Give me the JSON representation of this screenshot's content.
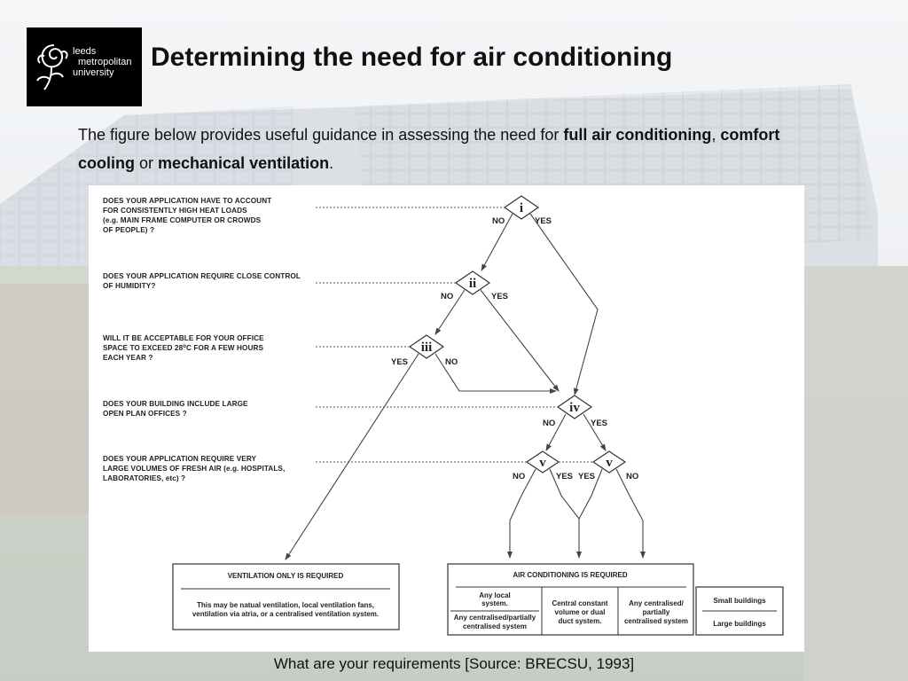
{
  "slide": {
    "title": "Determining the need for air conditioning",
    "logo": {
      "lines": [
        "leeds",
        "metropolitan",
        "university"
      ],
      "icon": "rose-icon"
    },
    "intro": {
      "text1": "The figure below provides useful guidance in assessing the need for ",
      "bold1": "full air conditioning",
      "sep1": ", ",
      "bold2": "comfort cooling",
      "sep2": " or ",
      "bold3": "mechanical ventilation",
      "end": "."
    },
    "caption": "What are your requirements [Source: BRECSU, 1993]"
  },
  "diagram": {
    "questions": [
      {
        "id": "i",
        "lines": [
          "DOES YOUR APPLICATION HAVE TO ACCOUNT",
          "FOR CONSISTENTLY HIGH HEAT LOADS",
          "(e.g.  MAIN FRAME COMPUTER OR CROWDS",
          "OF PEOPLE) ?"
        ]
      },
      {
        "id": "ii",
        "lines": [
          "DOES YOUR APPLICATION REQUIRE CLOSE CONTROL",
          "OF HUMIDITY?"
        ]
      },
      {
        "id": "iii",
        "lines": [
          "WILL IT BE ACCEPTABLE FOR YOUR OFFICE",
          "SPACE TO  EXCEED  28",
          "EACH YEAR ?"
        ],
        "superscript": "o",
        "line2_end": "C FOR  A FEW HOURS"
      },
      {
        "id": "iv",
        "lines": [
          "DOES YOUR BUILDING INCLUDE LARGE",
          "OPEN  PLAN OFFICES ?"
        ]
      },
      {
        "id": "v",
        "lines": [
          "DOES YOUR APPLICATION REQUIRE  VERY",
          "LARGE VOLUMES OF FRESH AIR (e.g. HOSPITALS,",
          "LABORATORIES, etc) ?"
        ]
      }
    ],
    "nodes": [
      "i",
      "ii",
      "iii",
      "iv",
      "v",
      "v"
    ],
    "answers": {
      "yes": "YES",
      "no": "NO"
    },
    "ventilation_box": {
      "heading": "VENTILATION ONLY IS REQUIRED",
      "body": [
        "This may be natual ventilation, local  ventilation fans,",
        "ventilation via atria, or a centralised ventilation system."
      ]
    },
    "ac_box": {
      "heading": "AIR CONDITIONING IS REQUIRED",
      "col1_top": [
        "Any local",
        "system."
      ],
      "col1_bottom": [
        "Any centralised/partially",
        "centralised system"
      ],
      "col2": [
        "Central constant",
        "volume or dual",
        "duct system."
      ],
      "col3": [
        "Any centralised/",
        "partially",
        "centralised system"
      ]
    },
    "building_box": {
      "small": "Small buildings",
      "large": "Large buildings"
    }
  }
}
